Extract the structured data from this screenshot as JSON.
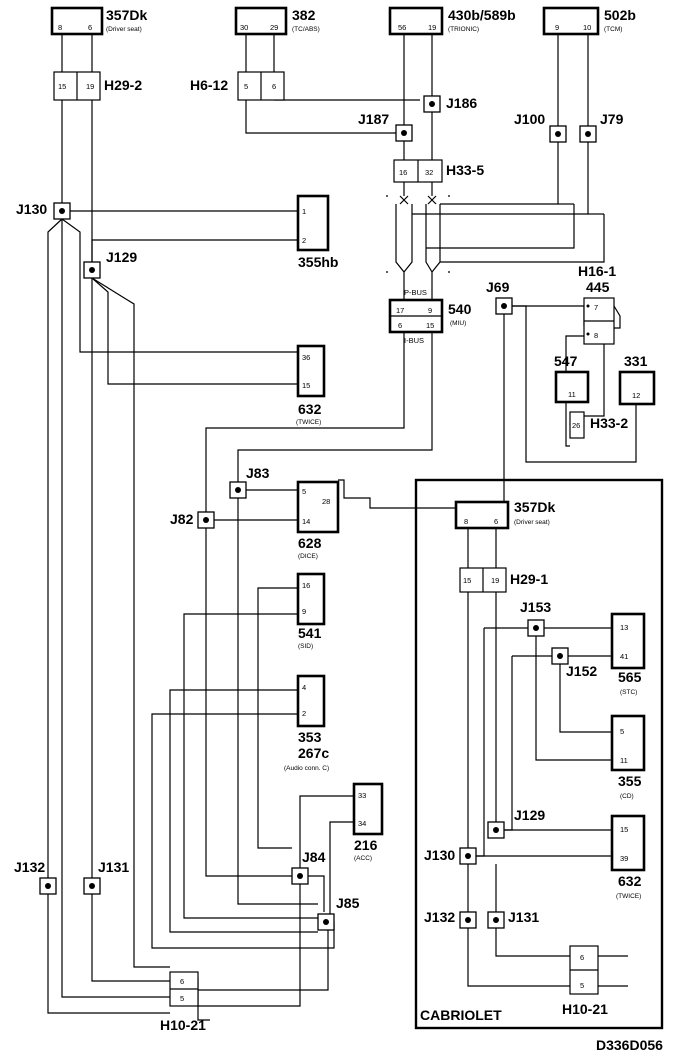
{
  "diagram_id": "D336D056",
  "components": {
    "c357dk": {
      "name": "357Dk",
      "sub": "(Driver seat)",
      "pins": [
        "8",
        "6"
      ]
    },
    "c382": {
      "name": "382",
      "sub": "(TC/ABS)",
      "pins": [
        "30",
        "29"
      ]
    },
    "c430": {
      "name": "430b/589b",
      "sub": "(TRIONIC)",
      "pins": [
        "56",
        "19"
      ]
    },
    "c502": {
      "name": "502b",
      "sub": "(TCM)",
      "pins": [
        "9",
        "10"
      ]
    },
    "c355hb": {
      "name": "355hb",
      "pins": [
        "1",
        "2"
      ]
    },
    "c540": {
      "name": "540",
      "sub": "(MIU)",
      "pins": [
        "17",
        "9",
        "6",
        "15"
      ]
    },
    "c445": {
      "name": "445",
      "pins": [
        "7",
        "8"
      ]
    },
    "c547": {
      "name": "547",
      "pins": [
        "11"
      ]
    },
    "c331": {
      "name": "331",
      "pins": [
        "12"
      ]
    },
    "c632": {
      "name": "632",
      "sub": "(TWICE)",
      "pins": [
        "36",
        "15"
      ]
    },
    "c628": {
      "name": "628",
      "sub": "(DICE)",
      "pins": [
        "5",
        "14",
        "28"
      ]
    },
    "c541": {
      "name": "541",
      "sub": "(SID)",
      "pins": [
        "16",
        "9"
      ]
    },
    "c353": {
      "name": "353",
      "name2": "267c",
      "sub": "(Audio conn. C)",
      "pins": [
        "4",
        "2"
      ]
    },
    "c216": {
      "name": "216",
      "sub": "(ACC)",
      "pins": [
        "33",
        "34"
      ]
    },
    "cab357dk": {
      "name": "357Dk",
      "sub": "(Driver seat)",
      "pins": [
        "8",
        "6"
      ]
    },
    "c565": {
      "name": "565",
      "sub": "(STC)",
      "pins": [
        "13",
        "41"
      ]
    },
    "c355": {
      "name": "355",
      "sub": "(CD)",
      "pins": [
        "5",
        "11"
      ]
    },
    "cab632": {
      "name": "632",
      "sub": "(TWICE)",
      "pins": [
        "15",
        "39"
      ]
    }
  },
  "connectors": {
    "h29_2": {
      "name": "H29-2",
      "pins": [
        "15",
        "19"
      ]
    },
    "h6_12": {
      "name": "H6-12",
      "pins": [
        "5",
        "6"
      ]
    },
    "h33_5": {
      "name": "H33-5",
      "pins": [
        "16",
        "32"
      ]
    },
    "h16_1": {
      "name": "H16-1"
    },
    "h33_2": {
      "name": "H33-2",
      "pins": [
        "26"
      ]
    },
    "h10_21": {
      "name": "H10-21",
      "pins": [
        "6",
        "5"
      ]
    },
    "h29_1": {
      "name": "H29-1",
      "pins": [
        "15",
        "19"
      ]
    },
    "cab_h10_21": {
      "name": "H10-21",
      "pins": [
        "6",
        "5"
      ]
    }
  },
  "junctions": {
    "j186": "J186",
    "j187": "J187",
    "j100": "J100",
    "j79": "J79",
    "j130": "J130",
    "j129": "J129",
    "j69": "J69",
    "j83": "J83",
    "j82": "J82",
    "j84": "J84",
    "j85": "J85",
    "j132": "J132",
    "j131": "J131",
    "cab_j153": "J153",
    "cab_j152": "J152",
    "cab_j129": "J129",
    "cab_j130": "J130",
    "cab_j132": "J132",
    "cab_j131": "J131"
  },
  "bus_labels": {
    "pbus": "P-BUS",
    "ibus": "I-BUS"
  },
  "cabriolet_label": "CABRIOLET"
}
